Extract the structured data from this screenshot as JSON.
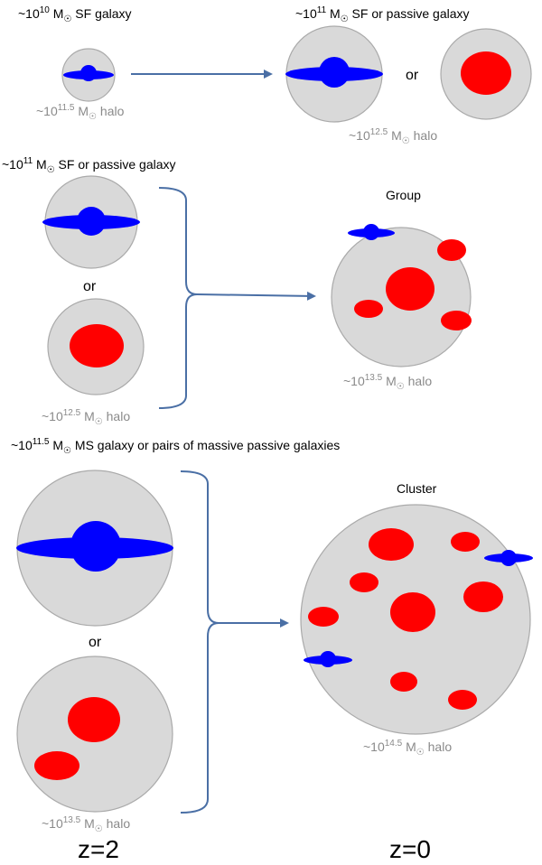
{
  "colors": {
    "halo": "#d9d9d9",
    "halo_stroke": "#aaaaaa",
    "star_forming": "#0000ff",
    "passive": "#ff0000",
    "arrow": "#4a6fa5",
    "halo_label": "#8a8a8a"
  },
  "row1": {
    "left_label": {
      "prefix": "~10",
      "exp": "10",
      "unit": " M",
      "rest": " SF galaxy"
    },
    "right_label": {
      "prefix": "~10",
      "exp": "11",
      "unit": " M",
      "rest": " SF or passive  galaxy"
    },
    "left_halo": {
      "prefix": "~10",
      "exp": "11.5",
      "unit": " M",
      "rest": " halo"
    },
    "right_halo": {
      "prefix": "~10",
      "exp": "12.5",
      "unit": " M",
      "rest": " halo"
    },
    "or": "or"
  },
  "row2": {
    "left_label": {
      "prefix": "~10",
      "exp": "11",
      "unit": " M",
      "rest": " SF or passive galaxy"
    },
    "or": "or",
    "left_halo": {
      "prefix": "~10",
      "exp": "12.5",
      "unit": " M",
      "rest": " halo"
    },
    "group_title": "Group",
    "group_halo": {
      "prefix": "~10",
      "exp": "13.5",
      "unit": " M",
      "rest": " halo"
    }
  },
  "row3": {
    "left_label": {
      "prefix": "~10",
      "exp": "11.5",
      "unit": " M",
      "rest": " MS galaxy or pairs of massive passive galaxies"
    },
    "or": "or",
    "left_halo": {
      "prefix": "~10",
      "exp": "13.5",
      "unit": " M",
      "rest": " halo"
    },
    "cluster_title": "Cluster",
    "cluster_halo": {
      "prefix": "~10",
      "exp": "14.5",
      "unit": " M",
      "rest": " halo"
    }
  },
  "bottom": {
    "z_left": "z=2",
    "z_right": "z=0"
  }
}
